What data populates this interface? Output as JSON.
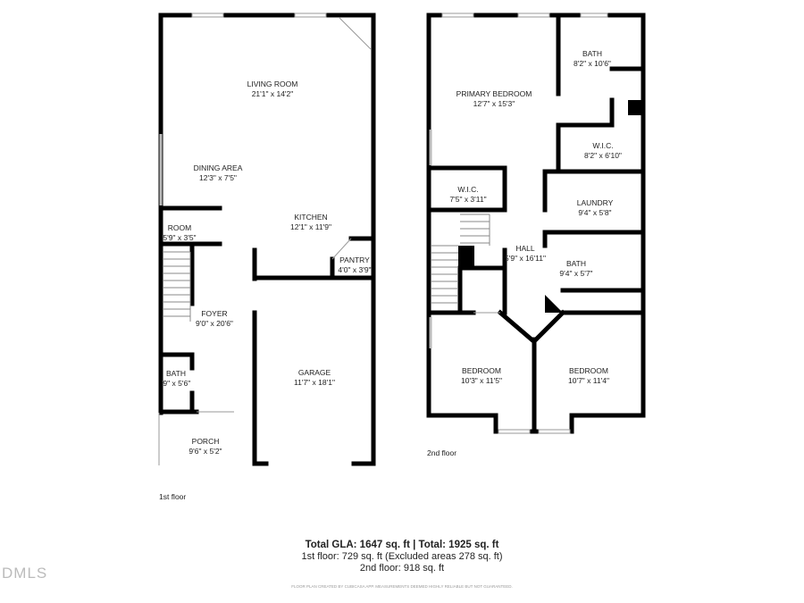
{
  "floor1": {
    "label": "1st floor",
    "rooms": [
      {
        "name": "LIVING ROOM",
        "size": "21'1\" x 14'2\""
      },
      {
        "name": "DINING AREA",
        "size": "12'3\" x 7'5\""
      },
      {
        "name": "KITCHEN",
        "size": "12'1\" x 11'9\""
      },
      {
        "name": "ROOM",
        "size": "5'9\" x 3'5\""
      },
      {
        "name": "PANTRY",
        "size": "4'0\" x 3'9\""
      },
      {
        "name": "FOYER",
        "size": "9'0\" x 20'6\""
      },
      {
        "name": "GARAGE",
        "size": "11'7\" x 18'1\""
      },
      {
        "name": "BATH",
        "size": "'9\" x 5'6\""
      },
      {
        "name": "PORCH",
        "size": "9'6\" x 5'2\""
      }
    ]
  },
  "floor2": {
    "label": "2nd floor",
    "rooms": [
      {
        "name": "PRIMARY BEDROOM",
        "size": "12'7\" x 15'3\""
      },
      {
        "name": "BATH",
        "size": "8'2\" x 10'6\""
      },
      {
        "name": "W.I.C.",
        "size": "8'2\" x 6'10\""
      },
      {
        "name": "W.I.C.",
        "size": "7'5\" x 3'11\""
      },
      {
        "name": "LAUNDRY",
        "size": "9'4\" x 5'8\""
      },
      {
        "name": "HALL",
        "size": "5'9\" x 16'11\""
      },
      {
        "name": "BATH",
        "size": "9'4\" x 5'7\""
      },
      {
        "name": "BEDROOM",
        "size": "10'3\" x 11'5\""
      },
      {
        "name": "BEDROOM",
        "size": "10'7\" x 11'4\""
      }
    ]
  },
  "totals": {
    "headline": "Total GLA: 1647 sq. ft | Total: 1925 sq. ft",
    "first": "1st floor: 729 sq. ft (Excluded areas 278 sq. ft)",
    "second": "2nd floor: 918 sq. ft"
  },
  "disclaimer": "FLOOR PLAN CREATED BY CUBICASA APP. MEASUREMENTS DEEMED HIGHLY RELIABLE BUT NOT GUARANTEED.",
  "logo": "DMLS",
  "colors": {
    "wall": "#000000",
    "background": "#ffffff"
  }
}
